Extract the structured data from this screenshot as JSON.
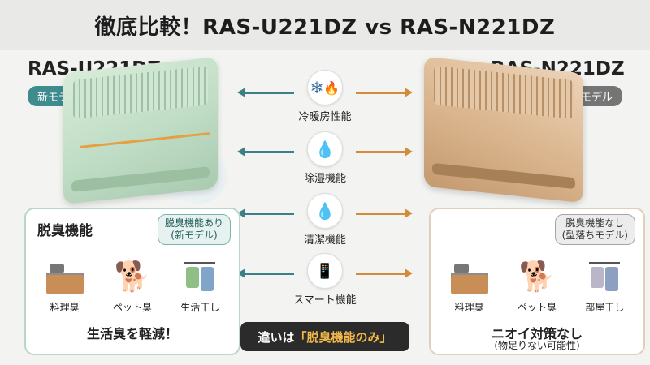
{
  "title": "徹底比較！RAS-U221DZ vs RAS-N221DZ",
  "left_model": {
    "name": "RAS-U221DZ",
    "badge": "新モデル"
  },
  "right_model": {
    "name": "RAS-N221DZ",
    "badge": "型落ちモデル"
  },
  "features": [
    {
      "label": "冷暖房性能",
      "icon": "snowflake-flame-icon"
    },
    {
      "label": "除湿機能",
      "icon": "water-drops-icon"
    },
    {
      "label": "清潔機能",
      "icon": "water-drop-icon"
    },
    {
      "label": "スマート機能",
      "icon": "smartphone-icon"
    }
  ],
  "left_panel": {
    "title": "脱臭機能",
    "badge_line1": "脱臭機能あり",
    "badge_line2": "(新モデル)",
    "items": [
      "料理臭",
      "ペット臭",
      "生活干し"
    ],
    "footer": "生活臭を軽減！"
  },
  "right_panel": {
    "badge_line1": "脱臭機能なし",
    "badge_line2": "(型落ちモデル)",
    "items": [
      "料理臭",
      "ペット臭",
      "部屋干し"
    ],
    "footer": "ニオイ対策なし",
    "footer_sub": "(物足りない可能性)"
  },
  "conclusion": {
    "prefix": "違いは",
    "highlight": "「脱臭機能のみ」"
  },
  "colors": {
    "new_accent": "#3f8c8f",
    "old_accent": "#d38a3d",
    "conclusion_highlight": "#f2b84b"
  }
}
